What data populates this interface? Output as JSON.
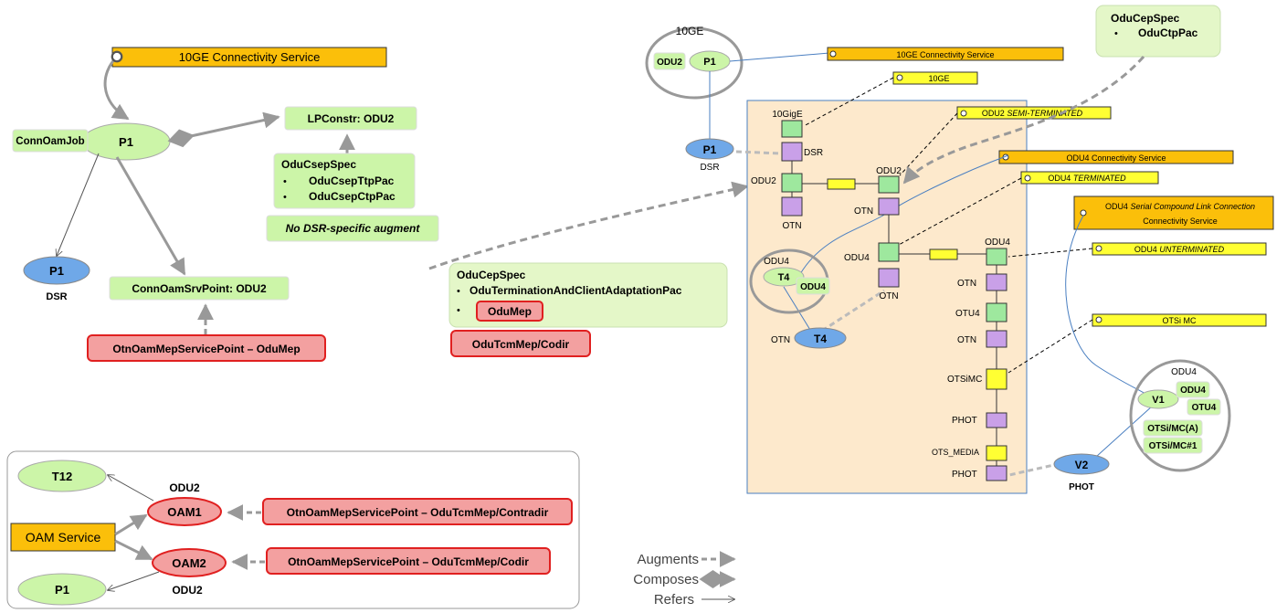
{
  "left": {
    "conn_service": "10GE Connectivity Service",
    "p1": "P1",
    "conn_oam_job": "ConnOamJob",
    "lp_constr": "LPConstr: ODU2",
    "csep_title": "OduCsepSpec",
    "csep_items": [
      "OduCsepTtpPac",
      "OduCsepCtpPac"
    ],
    "no_dsr": "No DSR-specific augment",
    "p1_dsr": "P1",
    "dsr": "DSR",
    "srv_point": "ConnOamSrvPoint: ODU2",
    "mep_sp": "OtnOamMepServicePoint – OduMep"
  },
  "oam": {
    "t12": "T12",
    "odu2_top": "ODU2",
    "oam1": "OAM1",
    "oam_service": "OAM Service",
    "oam2": "OAM2",
    "p1": "P1",
    "odu2_bottom": "ODU2",
    "sp_contra": "OtnOamMepServicePoint – OduTcmMep/Contradir",
    "sp_codir": "OtnOamMepServicePoint – OduTcmMep/Codir"
  },
  "legend": {
    "augments": "Augments",
    "composes": "Composes",
    "refers": "Refers"
  },
  "middle": {
    "cep_title": "OduCepSpec",
    "cep_item1": "OduTerminationAndClientAdaptationPac",
    "cep_item2": "OduMep",
    "tcm": "OduTcmMep/Codir"
  },
  "right": {
    "tengbe_group": "10GE",
    "odu2": "ODU2",
    "p1": "P1",
    "conn_10ge": "10GE Connectivity Service",
    "label_10ge": "10GE",
    "odu2_semi": "ODU2",
    "semi_terminated": "SEMI-TERMINATED",
    "odu4_conn": "ODU4 Connectivity Service",
    "odu4_term": "ODU4",
    "terminated": "TERMINATED",
    "scl_odu4": "ODU4",
    "scl_italic": "Serial Compound Link Connection",
    "scl_line2": "Connectivity Service",
    "odu4_unterm": "ODU4",
    "unterminated": "UNTERMINATED",
    "otsimc_label": "OTSi MC",
    "cep_spec": "OduCepSpec",
    "ctp_pac": "OduCtpPac",
    "p1_dsr": "P1",
    "dsr": "DSR",
    "gige": "10GigE",
    "dsr_port": "DSR",
    "odu2_left": "ODU2",
    "otn1": "OTN",
    "odu2_right": "ODU2",
    "otn2": "OTN",
    "odu4_a": "ODU4",
    "otn3": "OTN",
    "odu4_b": "ODU4",
    "otn4": "OTN",
    "otu4": "OTU4",
    "otn5": "OTN",
    "otsimc": "OTSiMC",
    "phot1": "PHOT",
    "ots_media": "OTS_MEDIA",
    "phot2": "PHOT",
    "t4_group": "ODU4",
    "t4": "T4",
    "t4_odu4": "ODU4",
    "otn_t4": "OTN",
    "t4_b": "T4",
    "odu4_group": "ODU4",
    "v1": "V1",
    "v1_odu4": "ODU4",
    "v1_otu4": "OTU4",
    "v1_otsimca": "OTSi/MC(A)",
    "v1_otsimc1": "OTSi/MC#1",
    "v2": "V2",
    "phot_v2": "PHOT"
  },
  "colors": {
    "green": "#ccf5a8",
    "blue": "#6fa8e8",
    "orange": "#fbbf0a",
    "yellow": "#ffff33",
    "red": "#f3a0a0",
    "panel": "#fde9cc",
    "purple": "#c9a0e8",
    "arrow": "#999999"
  }
}
